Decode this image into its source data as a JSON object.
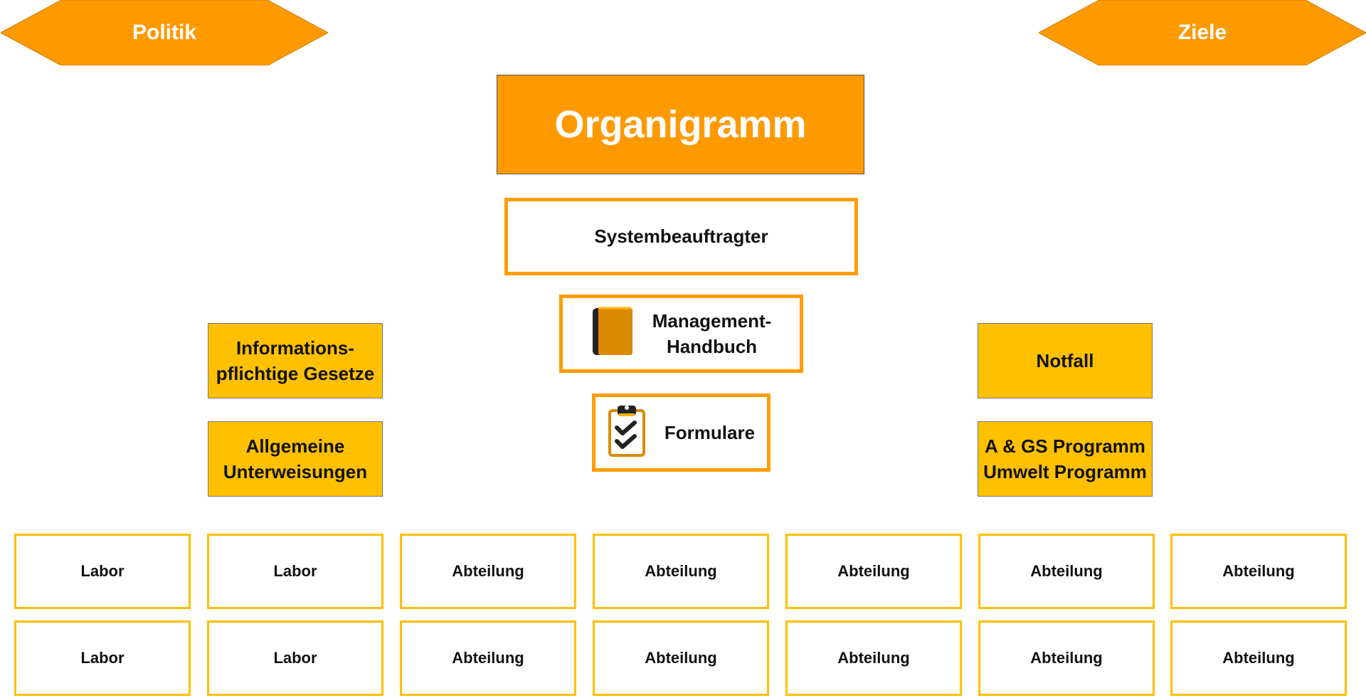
{
  "politik": {
    "label": "Politik"
  },
  "ziele": {
    "label": "Ziele"
  },
  "title": "Organigramm",
  "systembeauftragter": "Systembeauftragter",
  "handbuch": {
    "line1": "Management-",
    "line2": "Handbuch",
    "icon": "book-icon"
  },
  "formulare": {
    "label": "Formulare",
    "icon": "clipboard-check-icon"
  },
  "left_boxes": {
    "info": {
      "line1": "Informations-",
      "line2": "pflichtige Gesetze"
    },
    "unterweisungen": {
      "line1": "Allgemeine",
      "line2": "Unterweisungen"
    }
  },
  "right_boxes": {
    "notfall": "Notfall",
    "programm": {
      "line1": "A & GS Programm",
      "line2": "Umwelt Programm"
    }
  },
  "departments": {
    "row1": [
      "Labor",
      "Labor",
      "Abteilung",
      "Abteilung",
      "Abteilung",
      "Abteilung",
      "Abteilung"
    ],
    "row2": [
      "Labor",
      "Labor",
      "Abteilung",
      "Abteilung",
      "Abteilung",
      "Abteilung",
      "Abteilung"
    ]
  },
  "colors": {
    "orange": "#ff9900",
    "amber": "#ffc000",
    "outline_orange": "#ff9c00",
    "text_dark": "#111111",
    "white": "#ffffff"
  }
}
